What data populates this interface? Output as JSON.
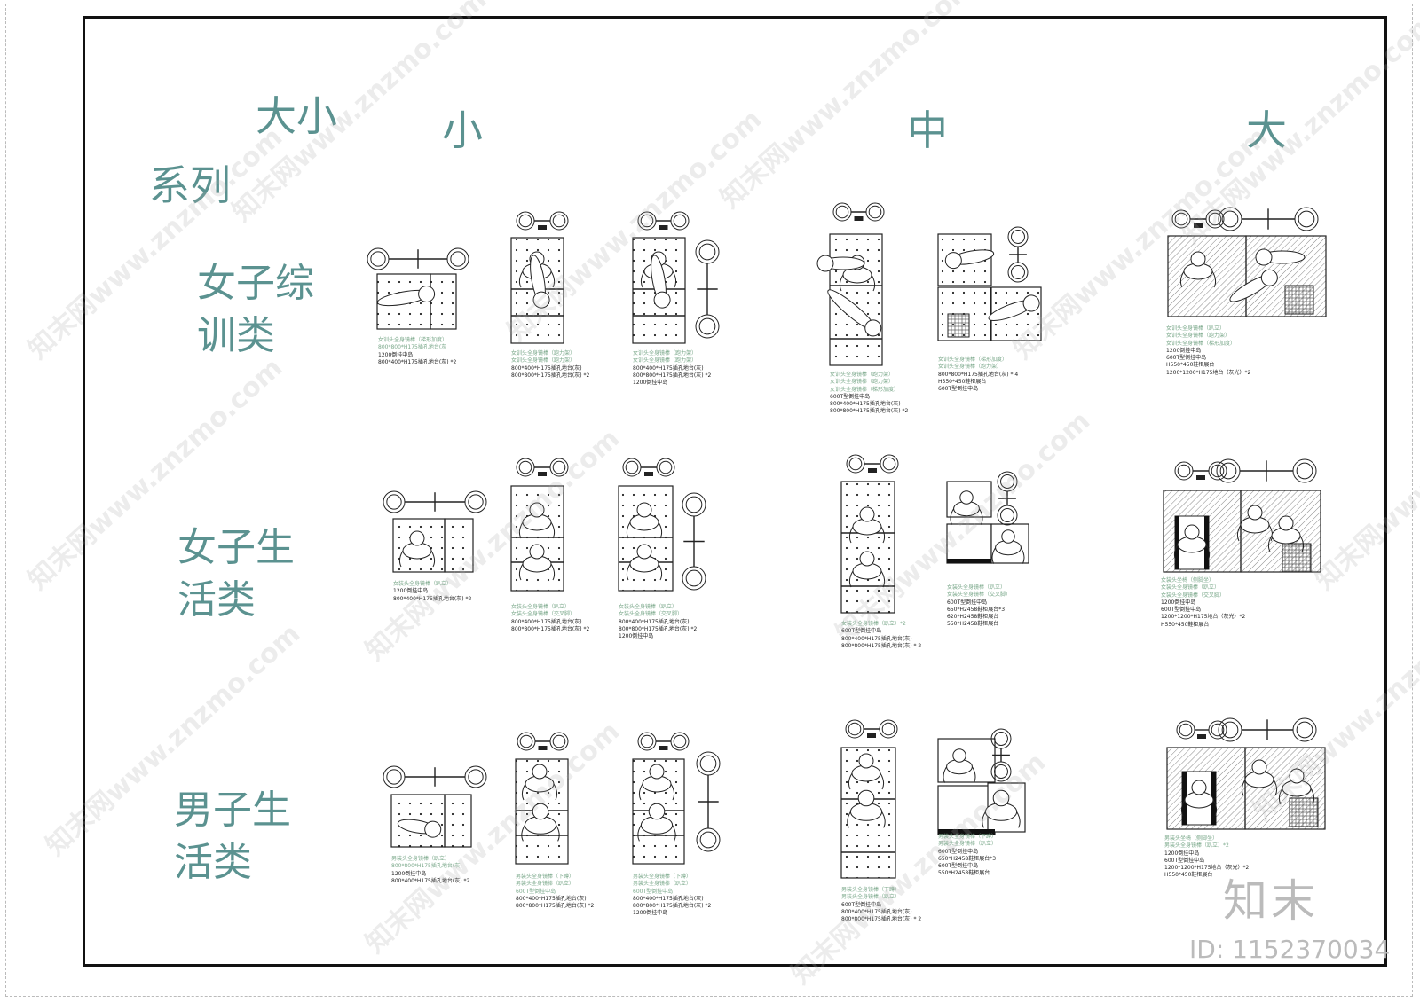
{
  "header": {
    "title_line1": "大小",
    "title_line2": "系列",
    "size_small": "小",
    "size_medium": "中",
    "size_large": "大"
  },
  "categories": [
    {
      "line1": "女子综",
      "line2": "训类"
    },
    {
      "line1": "女子生",
      "line2": "活类"
    },
    {
      "line1": "男子生",
      "line2": "活类"
    }
  ],
  "captions": {
    "r1_s1": {
      "g": [
        "女训头全身镜棒（梯形加度）",
        "800*800*H175插孔地台(灰"
      ],
      "t": [
        "1200倒挂中岛",
        "800*400*H175插孔地台(灰) *2"
      ]
    },
    "r1_s2": {
      "g": [
        "女训头全身镜棒（跑力架）",
        "女训头全身镜棒（跑力架）"
      ],
      "t": [
        "800*400*H175插孔地台(灰)",
        "800*800*H175插孔地台(灰)  *2"
      ]
    },
    "r1_s3": {
      "g": [
        "女训头全身镜棒（跑力架）",
        "女训头全身镜棒（跑力架）"
      ],
      "t": [
        "800*400*H175插孔地台(灰)",
        "800*800*H175插孔地台(灰)  *2",
        "1200倒挂中岛"
      ]
    },
    "r1_m1": {
      "g": [
        "女训头全身镜棒（跑力架）",
        "女训头全身镜棒（跑力架）",
        "女训头全身镜棒（梯形加度）"
      ],
      "t": [
        "600T型倒挂中岛",
        "800*400*H175插孔地台(灰)",
        "800*800*H175插孔地台(灰)  *2"
      ]
    },
    "r1_m2": {
      "g": [
        "女训头全身镜棒（梯形加度）",
        "女训头全身镜棒（跑力架）"
      ],
      "t": [
        "800*800*H175插孔地台(灰)  * 4",
        "H550*450鞋柜展台",
        "600T型倒挂中岛"
      ]
    },
    "r1_l1": {
      "g": [
        "女训头全身镜棒（趴立）",
        "女训头全身镜棒（跑力架）",
        "女训头全身镜棒（梯形加度）"
      ],
      "t": [
        "1200倒挂中岛",
        "600T型倒挂中岛",
        "H550*450鞋柜展台",
        "1200*1200*H175地台（灰光）*2"
      ]
    },
    "r2_s1": {
      "g": [
        "女装头全身镜棒（趴立）"
      ],
      "t": [
        "1200倒挂中岛",
        "800*400*H175插孔地台(灰) *2"
      ]
    },
    "r2_s2": {
      "g": [
        "女装头全身镜棒（趴立）",
        "女装头全身镜棒（交叉脚）"
      ],
      "t": [
        "800*400*H175插孔地台(灰)",
        "800*800*H175插孔地台(灰)  *2"
      ]
    },
    "r2_s3": {
      "g": [
        "女装头全身镜棒（趴立）",
        "女装头全身镜棒（交叉脚）"
      ],
      "t": [
        "800*400*H175插孔地台(灰)",
        "800*800*H175插孔地台(灰)  *2",
        "1200倒挂中岛"
      ]
    },
    "r2_m1": {
      "g": [
        "女装头全身镜棒（趴立）*2"
      ],
      "t": [
        "600T型倒挂中岛",
        "800*400*H175插孔地台(灰)",
        "800*800*H175插孔地台(灰)  *  2"
      ]
    },
    "r2_m2": {
      "g": [
        "女装头全身镜棒（趴立）",
        "女装头全身镜棒（交叉脚）"
      ],
      "t": [
        "600T型倒挂中岛",
        "650*H2458鞋柜展台*3",
        "620*H2458鞋柜展台",
        "550*H2458鞋柜展台"
      ]
    },
    "r2_l1": {
      "g": [
        "女装头坐椅（侧脚坐）",
        "女装头全身镜棒（趴立）",
        "女装头全身镜棒（交叉脚）"
      ],
      "t": [
        "1200倒挂中岛",
        "600T型倒挂中岛",
        "1200*1200*H175地台（灰光）*2",
        "H550*450鞋柜展台"
      ]
    },
    "r3_s1": {
      "g": [
        "男装头全身镜棒（趴立）",
        "800*800*H175插孔地台(灰)"
      ],
      "t": [
        "1200倒挂中岛",
        "800*400*H175插孔地台(灰) *2"
      ]
    },
    "r3_s2": {
      "g": [
        "男装头全身镜棒（下蹲）",
        "男装头全身镜棒（趴立）",
        "600T型倒挂中岛"
      ],
      "t": [
        "800*400*H175插孔地台(灰)",
        "800*800*H175插孔地台(灰)  *2"
      ]
    },
    "r3_s3": {
      "g": [
        "男装头全身镜棒（下蹲）",
        "男装头全身镜棒（趴立）",
        "600T型倒挂中岛"
      ],
      "t": [
        "800*400*H175插孔地台(灰)",
        "800*800*H175插孔地台(灰)  *2",
        "1200倒挂中岛"
      ]
    },
    "r3_m1": {
      "g": [
        "男装头全身镜棒（下蹲）",
        "男装头全身镜棒（趴立）"
      ],
      "t": [
        "600T型倒挂中岛",
        "800*400*H175插孔地台(灰)",
        "800*800*H175插孔地台(灰)  *  2"
      ]
    },
    "r3_m2": {
      "g": [
        "男装头全身镜棒（下蹲）",
        "男装头全身镜棒（趴立）"
      ],
      "t": [
        "600T型倒挂中岛",
        "650*H2458鞋柜展台*3",
        "600T型倒挂中岛",
        "550*H2458鞋柜展台"
      ]
    },
    "r3_l1": {
      "g": [
        "男装头坐椅（侧脚坐）",
        "男装头全身镜棒（趴立）*2"
      ],
      "t": [
        "1200倒挂中岛",
        "600T型倒挂中岛",
        "1200*1200*H175地台（灰光）*2",
        "H550*450鞋柜展台"
      ]
    }
  },
  "watermark": {
    "site": "知末网www.znzmo.com",
    "brand": "知末",
    "id": "ID: 1152370034"
  },
  "colors": {
    "teal": "#5b9290",
    "caption_green": "#7aa88a",
    "line": "#222222"
  }
}
